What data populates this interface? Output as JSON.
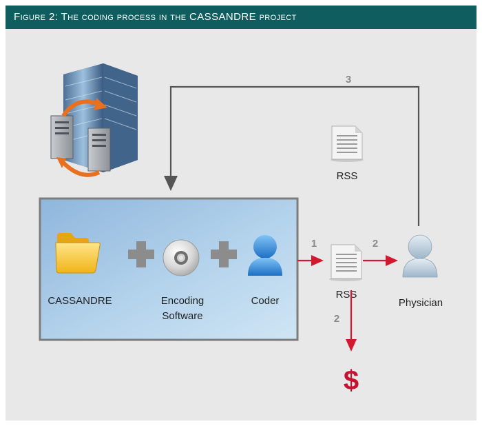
{
  "figure": {
    "title": "Figure 2: The coding process in the CASSANDRE project"
  },
  "colors": {
    "header_bg": "#0f5d5e",
    "panel_bg": "#e8e8e8",
    "arrow_red": "#d2182f",
    "arrow_gray": "#555555",
    "plus_gray": "#8c8c8c",
    "dollar_red": "#c4122f"
  },
  "nodes": {
    "cassandre": {
      "label": "CASSANDRE",
      "icon": "folder-icon"
    },
    "software": {
      "label_line1": "Encoding",
      "label_line2": "Software",
      "icon": "cd-disc-icon"
    },
    "coder": {
      "label": "Coder",
      "icon": "person-icon"
    },
    "rss_main": {
      "label": "RSS",
      "icon": "document-icon"
    },
    "rss_top": {
      "label": "RSS",
      "icon": "document-icon"
    },
    "physician": {
      "label": "Physician",
      "icon": "person-icon"
    },
    "datacenter": {
      "icon": "building-servers-icon"
    },
    "payment": {
      "symbol": "$"
    }
  },
  "steps": {
    "to_rss": "1",
    "to_physician": "2",
    "to_payment": "2",
    "feedback": "3"
  }
}
